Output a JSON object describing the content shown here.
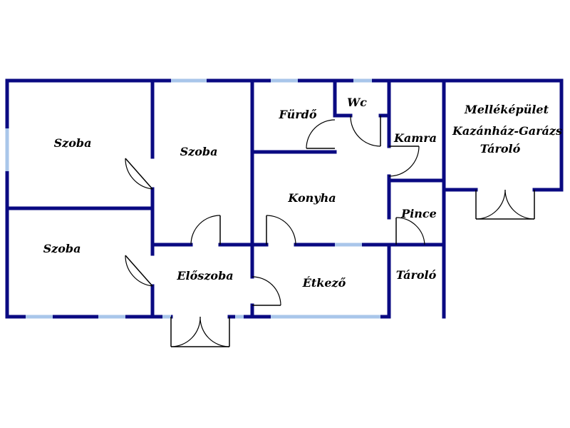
{
  "colors": {
    "wall": "#0a0a82",
    "window": "#a9c6ea",
    "door": "#000000",
    "background": "#ffffff"
  },
  "rooms": {
    "szoba_1": "Szoba",
    "szoba_2": "Szoba",
    "szoba_3": "Szoba",
    "furdo": "Fürdő",
    "wc": "Wc",
    "kamra": "Kamra",
    "konyha": "Konyha",
    "eloszoba": "Előszoba",
    "etkezo": "Étkező",
    "pince": "Pince",
    "tarolo": "Tároló",
    "mellekepulet": "Melléképület",
    "kazanhaz_garazs": "Kazánház-Garázs",
    "mellek_tarolo": "Tároló"
  }
}
